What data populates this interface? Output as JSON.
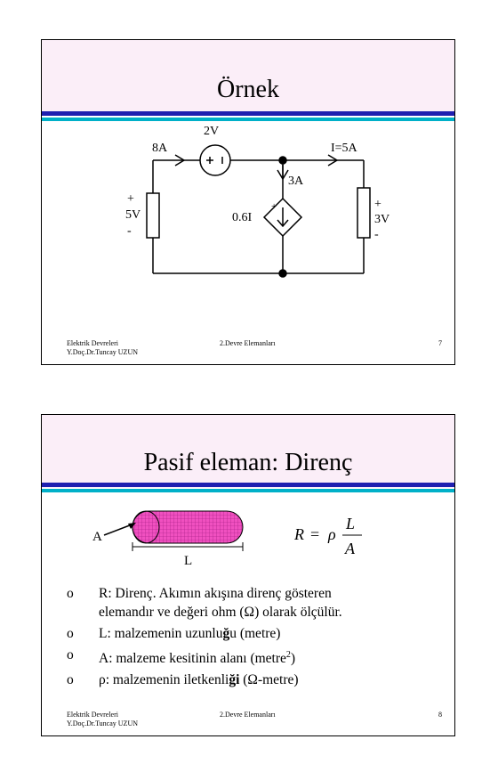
{
  "slides": [
    {
      "title": "Örnek",
      "footer": {
        "course": "Elektrik Devreleri",
        "author": "Y.Doç.Dr.Tuncay UZUN",
        "chapter": "2.Devre Elemanları",
        "page": "7"
      },
      "circuit": {
        "labels": {
          "source_voltage": "2V",
          "source_plus": "+",
          "left_current": "8A",
          "right_current": "I=5A",
          "middle_current": "3A",
          "dependent_source": "0.6I",
          "dep_plus": "+",
          "left_plus": "+",
          "left_voltage": "5V",
          "left_minus": "-",
          "right_plus": "+",
          "right_voltage": "3V",
          "right_minus": "-"
        }
      }
    },
    {
      "title": "Pasif eleman: Direnç",
      "footer": {
        "course": "Elektrik Devreleri",
        "author": "Y.Doç.Dr.Tuncay UZUN",
        "chapter": "2.Devre Elemanları",
        "page": "8"
      },
      "figure": {
        "area_label": "A",
        "length_label": "L"
      },
      "formula": {
        "lhs": "R",
        "eq": "=",
        "rho": "ρ",
        "num": "L",
        "den": "A"
      },
      "bullet_char": "o",
      "bullets": [
        {
          "line1": "R: Direnç. Akımın akışına direnç gösteren",
          "line2": "elemandır ve değeri ohm (Ω) olarak ölçülür."
        },
        {
          "pre": "L: malzemenin uzunlu",
          "bold": "ğ",
          "post": "u (metre)"
        },
        {
          "pre": "A: malzeme kesitinin alanı (metre",
          "sup": "2",
          "post": ")"
        },
        {
          "pre": "ρ: malzemenin iletkenli",
          "bold": "ği",
          "post": " (Ω-metre)"
        }
      ]
    }
  ],
  "colors": {
    "title_bg": "#fbeef8",
    "rule_blue": "#1f1fb0",
    "rule_cyan": "#00b0c8",
    "resistor_pink": "#f050c0"
  }
}
